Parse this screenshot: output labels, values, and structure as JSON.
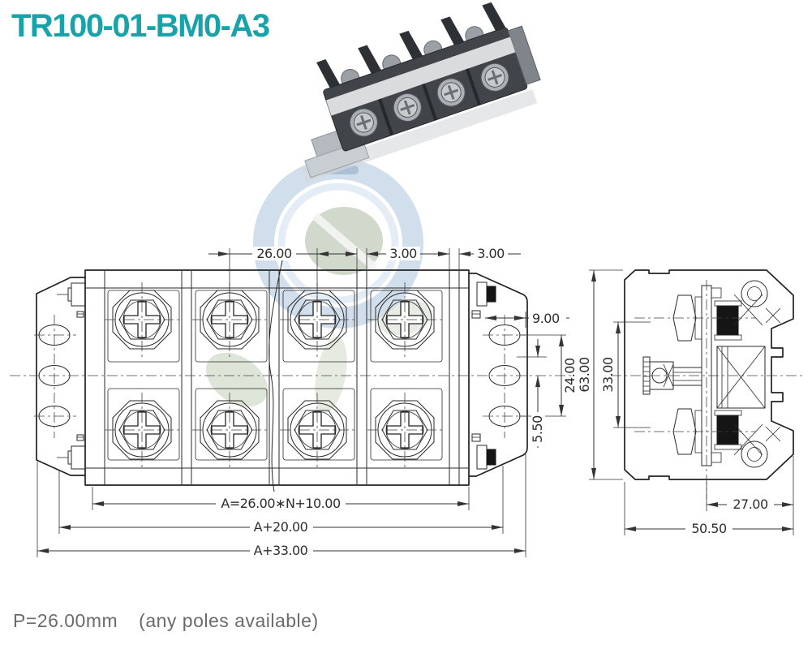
{
  "title": "TR100-01-BM0-A3",
  "footer": {
    "pitch_text": "P=26.00mm",
    "note_text": "(any poles available)"
  },
  "drawing": {
    "front": {
      "pitch": "26.00",
      "wall_a": "3.00",
      "wall_b": "3.00",
      "hole_offset": "9.00",
      "hole_pitch": "24.00",
      "hole_side": "5.50",
      "len_formula": "A=26.00∗N+10.00",
      "len_a20": "A+20.00",
      "len_a33": "A+33.00"
    },
    "side": {
      "height": "63.00",
      "window": "33.00",
      "tail": "27.00",
      "depth": "50.50"
    }
  },
  "colors": {
    "accent_teal": "#17a3a9",
    "line": "#2a2a2a",
    "watermark_blue": "#c9d8e8",
    "watermark_green": "#ccd4c6",
    "photo_body": "#41454a"
  },
  "icons": {
    "product_photo": "terminal-block-photo",
    "watermark": "company-logo-watermark"
  }
}
